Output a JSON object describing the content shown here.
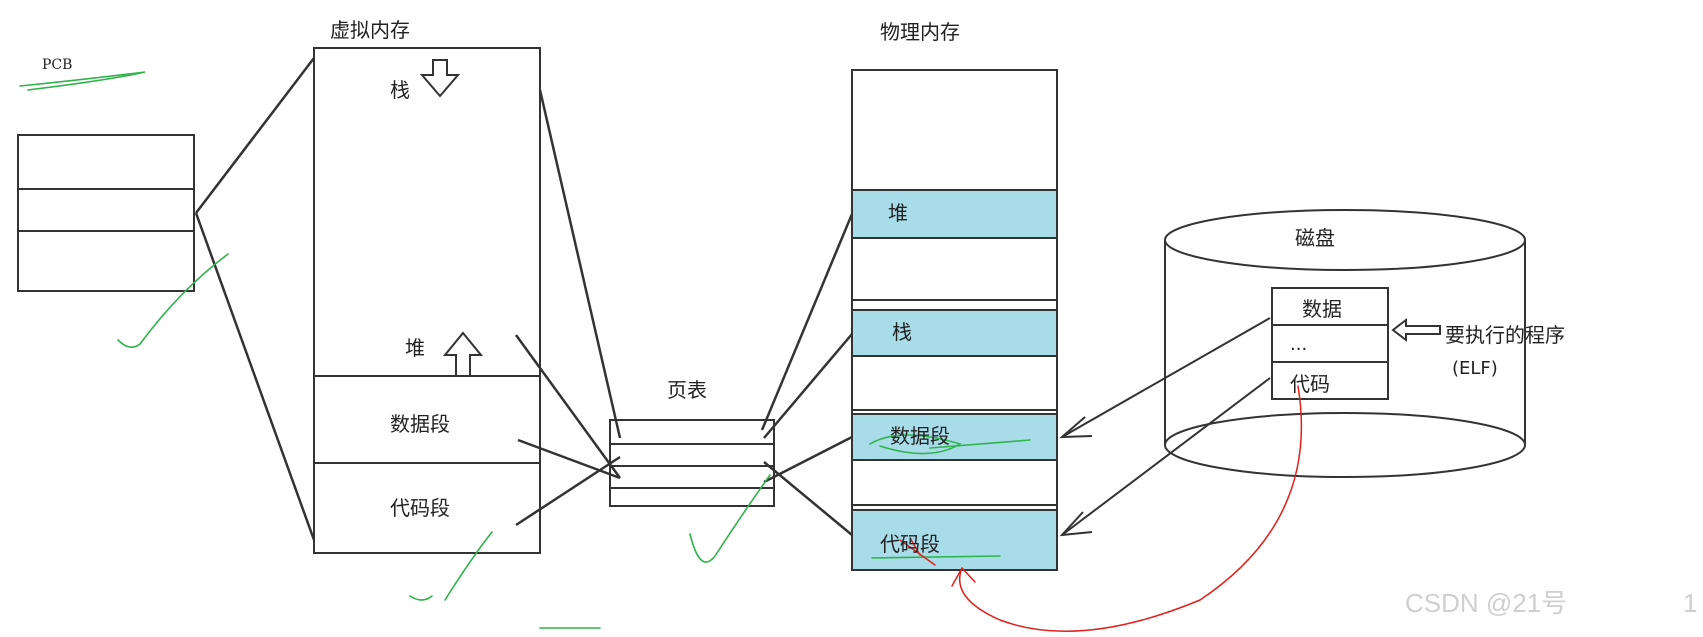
{
  "colors": {
    "line": "#333333",
    "highlight": "#a9dce9",
    "green_mark": "#2fb34a",
    "red_mark": "#e0201b",
    "watermark": "#cfcfcf"
  },
  "pcb": {
    "label": "PCB"
  },
  "virtual_memory": {
    "title": "虚拟内存",
    "stack": "栈",
    "heap": "堆",
    "data_segment": "数据段",
    "code_segment": "代码段"
  },
  "page_table": {
    "title": "页表"
  },
  "physical_memory": {
    "title": "物理内存",
    "heap": "堆",
    "stack": "栈",
    "data_segment": "数据段",
    "code_segment": "代码段"
  },
  "disk": {
    "title": "磁盘",
    "data": "数据",
    "ellipsis": "...",
    "code": "代码",
    "program": "要执行的程序",
    "program_format": "(ELF)"
  },
  "watermark": {
    "text": "CSDN @21号",
    "suffix": "1"
  }
}
